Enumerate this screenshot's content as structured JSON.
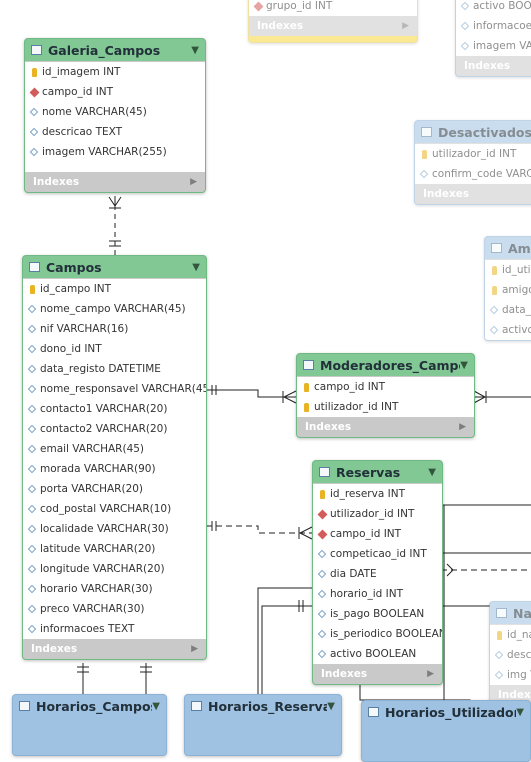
{
  "tables": {
    "galeria": {
      "name": "Galeria_Campos",
      "columns": [
        {
          "text": "id_imagem INT",
          "kind": "pk"
        },
        {
          "text": "campo_id INT",
          "kind": "fk"
        },
        {
          "text": "nome VARCHAR(45)",
          "kind": "col"
        },
        {
          "text": "descricao TEXT",
          "kind": "col"
        },
        {
          "text": "imagem VARCHAR(255)",
          "kind": "col"
        }
      ],
      "indexes": "Indexes"
    },
    "campos": {
      "name": "Campos",
      "columns": [
        {
          "text": "id_campo INT",
          "kind": "pk"
        },
        {
          "text": "nome_campo VARCHAR(45)",
          "kind": "col"
        },
        {
          "text": "nif VARCHAR(16)",
          "kind": "col"
        },
        {
          "text": "dono_id INT",
          "kind": "col"
        },
        {
          "text": "data_registo DATETIME",
          "kind": "col"
        },
        {
          "text": "nome_responsavel VARCHAR(45)",
          "kind": "col"
        },
        {
          "text": "contacto1 VARCHAR(20)",
          "kind": "col"
        },
        {
          "text": "contacto2 VARCHAR(20)",
          "kind": "col"
        },
        {
          "text": "email VARCHAR(45)",
          "kind": "col"
        },
        {
          "text": "morada VARCHAR(90)",
          "kind": "col"
        },
        {
          "text": "porta VARCHAR(20)",
          "kind": "col"
        },
        {
          "text": "cod_postal VARCHAR(10)",
          "kind": "col"
        },
        {
          "text": "localidade VARCHAR(30)",
          "kind": "col"
        },
        {
          "text": "latitude VARCHAR(20)",
          "kind": "col"
        },
        {
          "text": "longitude VARCHAR(20)",
          "kind": "col"
        },
        {
          "text": "horario VARCHAR(30)",
          "kind": "col"
        },
        {
          "text": "preco VARCHAR(30)",
          "kind": "col"
        },
        {
          "text": "informacoes TEXT",
          "kind": "col"
        }
      ],
      "indexes": "Indexes"
    },
    "moderadores": {
      "name": "Moderadores_Campo",
      "columns": [
        {
          "text": "campo_id INT",
          "kind": "pk"
        },
        {
          "text": "utilizador_id INT",
          "kind": "pk"
        }
      ],
      "indexes": "Indexes"
    },
    "reservas": {
      "name": "Reservas",
      "columns": [
        {
          "text": "id_reserva INT",
          "kind": "pk"
        },
        {
          "text": "utilizador_id INT",
          "kind": "fk"
        },
        {
          "text": "campo_id INT",
          "kind": "fk"
        },
        {
          "text": "competicao_id INT",
          "kind": "col"
        },
        {
          "text": "dia DATE",
          "kind": "col"
        },
        {
          "text": "horario_id INT",
          "kind": "col"
        },
        {
          "text": "is_pago BOOLEAN",
          "kind": "col"
        },
        {
          "text": "is_periodico BOOLEAN",
          "kind": "col"
        },
        {
          "text": "activo BOOLEAN",
          "kind": "col"
        }
      ],
      "indexes": "Indexes"
    },
    "grupos": {
      "columns": [
        {
          "text": "grupo_id INT",
          "kind": "fk"
        }
      ],
      "indexes": "Indexes"
    },
    "top_right": {
      "columns": [
        {
          "text": "activo BOOL",
          "kind": "col"
        },
        {
          "text": "informacoes",
          "kind": "col"
        },
        {
          "text": "imagem VAR",
          "kind": "col"
        }
      ],
      "indexes": "Indexes"
    },
    "desactivados": {
      "name": "Desactivados",
      "columns": [
        {
          "text": "utilizador_id INT",
          "kind": "pk"
        },
        {
          "text": "confirm_code VARCH",
          "kind": "col"
        }
      ],
      "indexes": "Indexes"
    },
    "amigos": {
      "name": "Am",
      "columns": [
        {
          "text": "id_uti",
          "kind": "pk"
        },
        {
          "text": "amigo",
          "kind": "pk"
        },
        {
          "text": "data_h",
          "kind": "col"
        },
        {
          "text": "activo",
          "kind": "col"
        }
      ]
    },
    "na": {
      "name": "Na",
      "columns": [
        {
          "text": "id_na",
          "kind": "pk"
        },
        {
          "text": "descr",
          "kind": "col"
        },
        {
          "text": "img V",
          "kind": "col"
        }
      ],
      "indexes": "Indexe"
    },
    "horarios_campos": {
      "name": "Horarios_Campos"
    },
    "horarios_reserva": {
      "name": "Horarios_Reserva"
    },
    "horarios_utilizador": {
      "name": "Horarios_Utilizador"
    }
  },
  "colors": {
    "green_header": "#82c894",
    "blue_header": "#9fc2e2",
    "yellow_header": "#f6e27a",
    "index_bar": "#c9c9c9",
    "primary_key": "#e8b423",
    "foreign_key": "#d25b5b"
  },
  "icons": {
    "table": "table-icon",
    "collapse": "chevron-down-icon",
    "expand": "chevron-right-icon",
    "primary_key": "key-icon",
    "foreign_key": "red-diamond-icon",
    "column": "diamond-icon"
  }
}
